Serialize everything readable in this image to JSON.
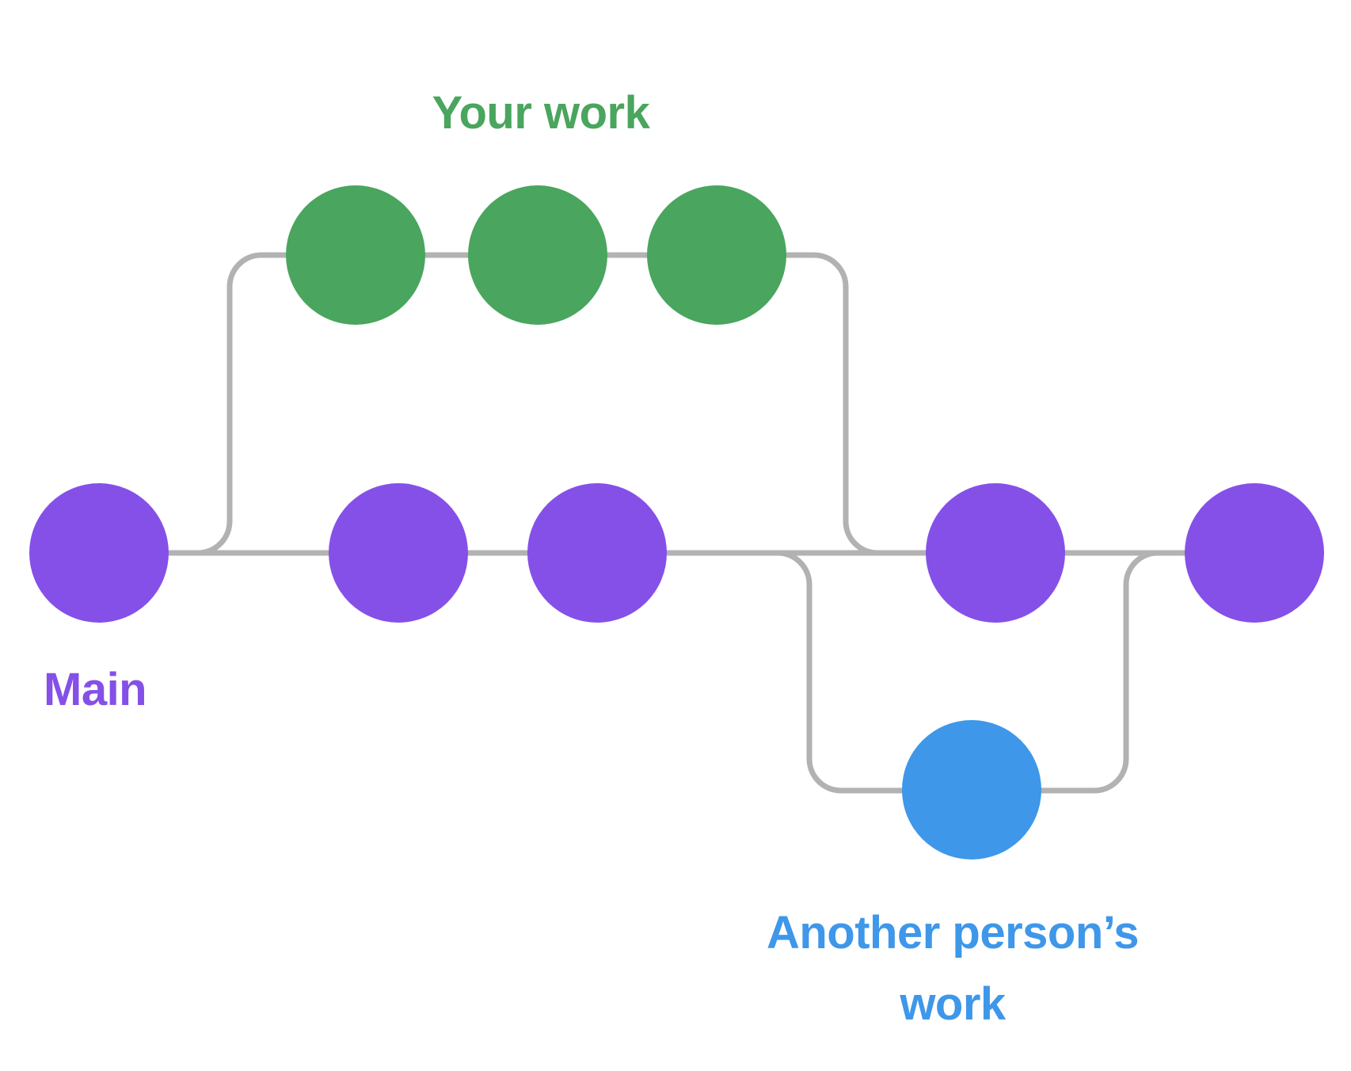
{
  "labels": {
    "your_work": "Your work",
    "main": "Main",
    "another_person_line1": "Another person’s",
    "another_person_line2": "work"
  },
  "colors": {
    "background": "#ffffff",
    "connector": "#b2b2b2",
    "main_branch": "#8550e8",
    "your_work_branch": "#4aa55e",
    "another_person_branch": "#3e97e9",
    "main_label": "#8550e8",
    "your_work_label": "#4aa55e",
    "another_person_label": "#3e97e9"
  },
  "graph": {
    "type": "git-branch-diagram",
    "branches": [
      {
        "name": "Main",
        "color": "#8550e8",
        "commit_count": 5,
        "row": "middle"
      },
      {
        "name": "Your work",
        "color": "#4aa55e",
        "commit_count": 3,
        "row": "top",
        "forks_from": "Main",
        "merges_into": "Main"
      },
      {
        "name": "Another person’s work",
        "color": "#3e97e9",
        "commit_count": 1,
        "row": "bottom",
        "forks_from": "Main",
        "merges_into": "Main"
      }
    ]
  }
}
